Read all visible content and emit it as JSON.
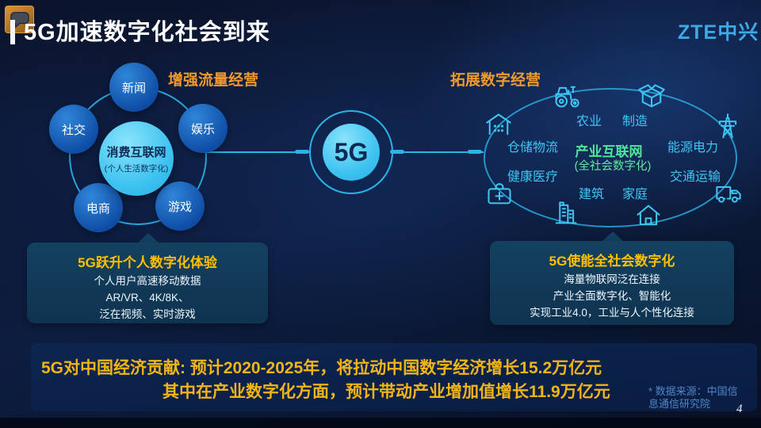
{
  "slide": {
    "title": "5G加速数字化社会到来",
    "logo_text": "ZTE中兴",
    "page_number": "4",
    "footnote": "*  数据来源：中国信息通信研究院"
  },
  "left_cluster": {
    "label": "增强流量经营",
    "center": {
      "title": "消费互联网",
      "subtitle": "(个人生活数字化)"
    },
    "satellites": [
      "新闻",
      "社交",
      "娱乐",
      "电商",
      "游戏"
    ]
  },
  "hub": {
    "label": "5G"
  },
  "right_cluster": {
    "label": "拓展数字经营",
    "center": {
      "title": "产业互联网",
      "subtitle": "(全社会数字化)"
    },
    "items": [
      {
        "label": "农业",
        "icon": "tractor-icon"
      },
      {
        "label": "制造",
        "icon": "package-icon"
      },
      {
        "label": "仓储物流",
        "icon": "warehouse-icon"
      },
      {
        "label": "健康医疗",
        "icon": "medical-kit-icon"
      },
      {
        "label": "能源电力",
        "icon": "power-tower-icon"
      },
      {
        "label": "交通运输",
        "icon": "truck-icon"
      },
      {
        "label": "建筑",
        "icon": "office-building-icon"
      },
      {
        "label": "家庭",
        "icon": "house-icon"
      }
    ]
  },
  "left_panel": {
    "title": "5G跃升个人数字化体验",
    "lines": [
      "个人用户高速移动数据",
      "AR/VR、4K/8K、",
      "泛在视频、实时游戏"
    ]
  },
  "right_panel": {
    "title": "5G使能全社会数字化",
    "lines": [
      "海量物联网泛在连接",
      "产业全面数字化、智能化",
      "实现工业4.0，工业与人个性化连接"
    ]
  },
  "banner": {
    "line1": "5G对中国经济贡献: 预计2020-2025年，将拉动中国数字经济增长15.2万亿元",
    "line2": "其中在产业数字化方面，预计带动产业增加值增长11.9万亿元"
  },
  "colors": {
    "accent_orange": "#F09A2E",
    "panel_title_yellow": "#FFC000",
    "banner_yellow": "#F2B517",
    "line_cyan": "#2BB3E8",
    "label_cyan": "#3FC6F2",
    "green": "#52E59B",
    "logo_blue": "#3FA9E8",
    "panel_bg": "#123E5C",
    "banner_bg": "#0B2148"
  }
}
